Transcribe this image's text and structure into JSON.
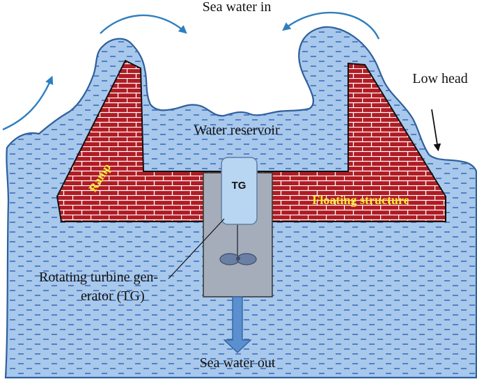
{
  "labels": {
    "sea_water_in": "Sea water in",
    "low_head": "Low head",
    "water_reservoir": "Water reservoir",
    "ramp": "Ramp",
    "floating_structure": "Floating structure",
    "tg": "TG",
    "turbine_line1": "Rotating turbine gen-",
    "turbine_line2": "erator (TG)",
    "sea_water_out": "Sea water out"
  },
  "colors": {
    "water": "#a8c8ec",
    "water_outline": "#2e5f9a",
    "water_dash": "#3a6fbd",
    "brick": "#b01c24",
    "mortar": "#ffffff",
    "turbine_housing": "#a4adb9",
    "generator": "#b8d6f2",
    "arrow_blue": "#2f7fc0",
    "label_yellow": "#ffe930"
  }
}
